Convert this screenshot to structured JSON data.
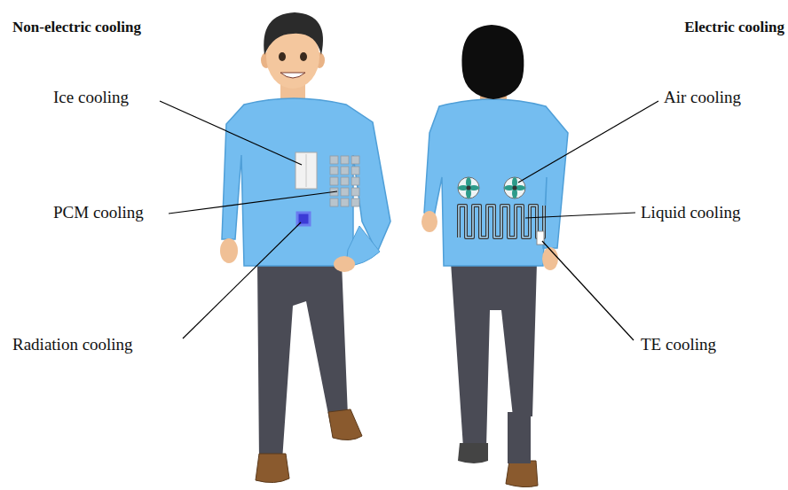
{
  "diagram": {
    "labels": [
      "Non-electric cooling",
      "Electric cooling",
      "Ice cooling",
      "PCM cooling",
      "Radiation cooling",
      "Air cooling",
      "Liquid cooling",
      "TE cooling"
    ]
  }
}
